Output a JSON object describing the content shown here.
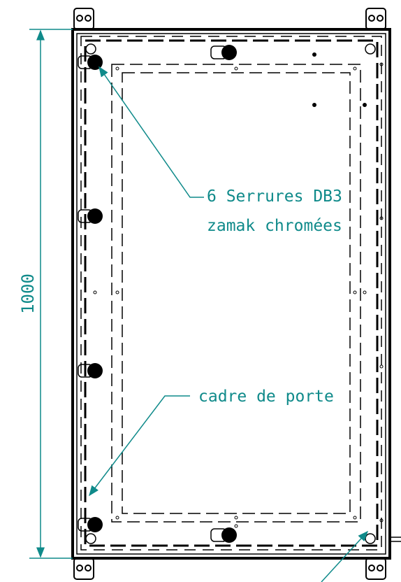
{
  "annotations": {
    "locks": "6 Serrures DB3",
    "locks_material": "zamak chromées",
    "door_frame": "cadre de porte"
  },
  "dimension": {
    "height": "1000"
  },
  "colors": {
    "annotation": "#0f8a8a",
    "line": "#000000"
  }
}
